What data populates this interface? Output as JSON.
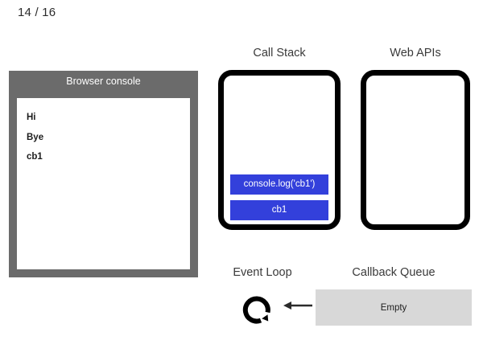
{
  "page": {
    "counter": "14 / 16"
  },
  "browser_console": {
    "title": "Browser console",
    "lines": [
      "Hi",
      "Bye",
      "cb1"
    ]
  },
  "call_stack": {
    "title": "Call Stack",
    "frames": [
      "console.log('cb1')",
      "cb1"
    ],
    "frame_color": "#3340db",
    "frame_text_color": "#ffffff"
  },
  "web_apis": {
    "title": "Web APIs",
    "items": []
  },
  "event_loop": {
    "title": "Event Loop",
    "icon": "circular-arrow-icon"
  },
  "callback_queue": {
    "title": "Callback Queue",
    "status": "Empty",
    "box_color": "#d8d8d8"
  },
  "arrow": {
    "icon": "arrow-left-icon",
    "direction": "left"
  },
  "colors": {
    "console_chrome": "#6b6b6b",
    "stack_border": "#000000",
    "background": "#ffffff"
  }
}
